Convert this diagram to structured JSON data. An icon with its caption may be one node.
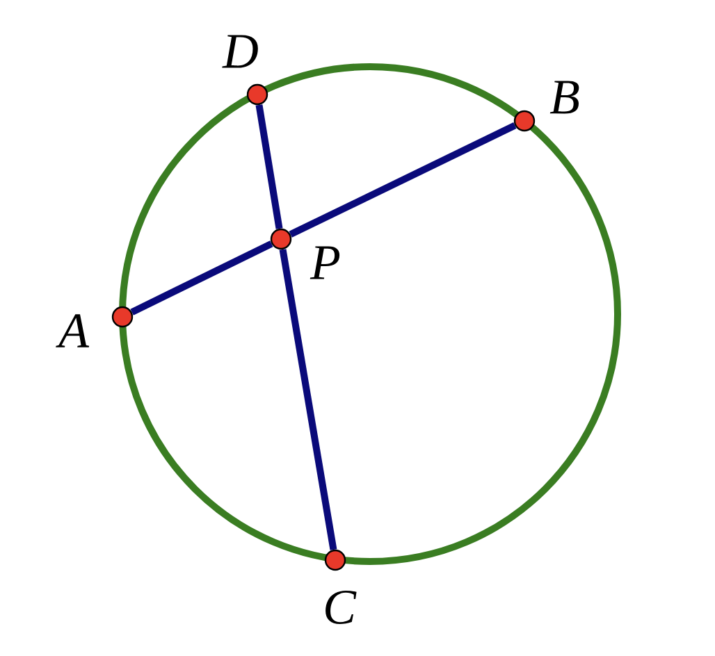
{
  "diagram": {
    "nodes": [
      {
        "text": [],
        "shape": "circle",
        "beside": [
          "D"
        ]
      },
      {
        "text": [],
        "shape": "circle",
        "beside": [
          "B"
        ]
      },
      {
        "text": [],
        "shape": "circle",
        "beside": [
          "P"
        ]
      },
      {
        "text": [],
        "shape": "circle",
        "beside": [
          "A"
        ]
      },
      {
        "text": [],
        "shape": "circle",
        "beside": [
          "C"
        ]
      }
    ],
    "edges": [
      {
        "from": 3,
        "to": 2,
        "arrow": "none"
      },
      {
        "from": 2,
        "to": 1,
        "arrow": "none"
      },
      {
        "from": 0,
        "to": 2,
        "arrow": "none"
      },
      {
        "from": 2,
        "to": 4,
        "arrow": "none"
      }
    ]
  }
}
